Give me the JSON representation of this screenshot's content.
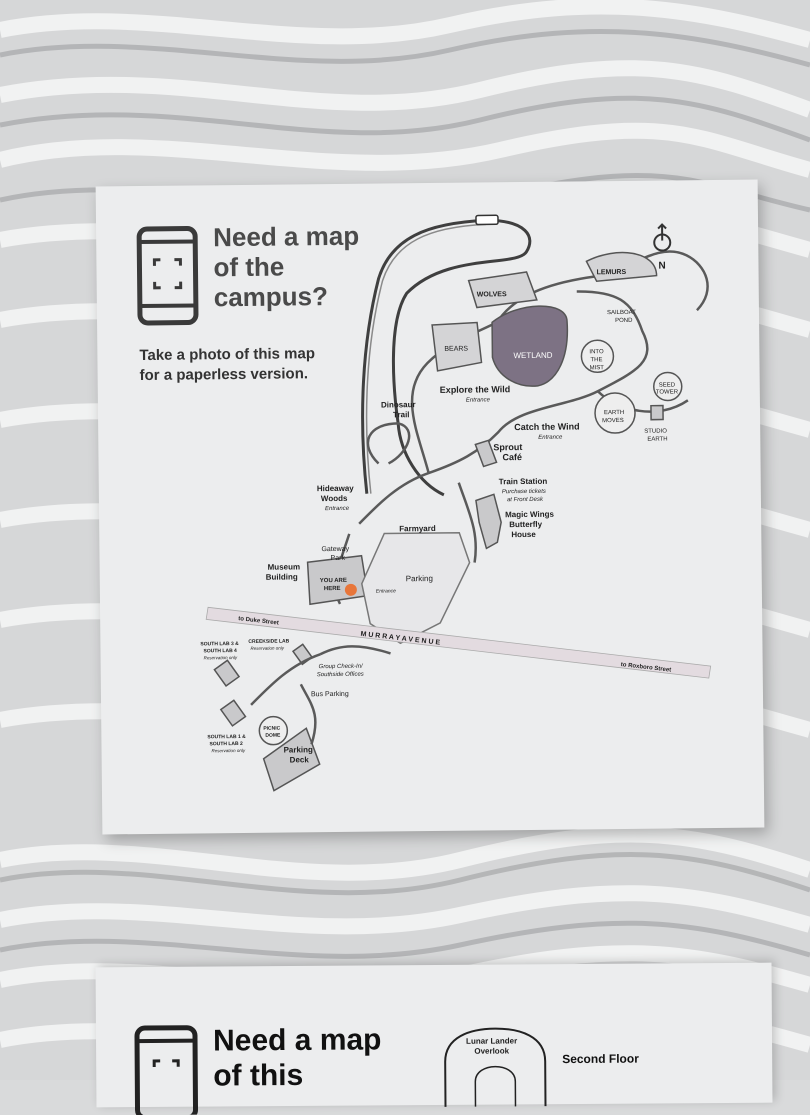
{
  "sign": {
    "heading": [
      "Need a map",
      "of the",
      "campus?"
    ],
    "subtext": [
      "Take a photo of this map",
      "for a paperless version."
    ],
    "north": "N"
  },
  "map_labels": {
    "wolves": "WOLVES",
    "lemurs": "LEMURS",
    "sailboat_pond": [
      "SAILBOAT",
      "POND"
    ],
    "bears": "BEARS",
    "wetland": "WETLAND",
    "into_the_mist": [
      "INTO",
      "THE",
      "MIST"
    ],
    "seed_tower": [
      "SEED",
      "TOWER"
    ],
    "explore_the_wild": "Explore the Wild",
    "explore_entrance": "Entrance",
    "dinosaur_trail": [
      "Dinosaur",
      "Trail"
    ],
    "catch_the_wind": "Catch the Wind",
    "catch_entrance": "Entrance",
    "earth_moves": [
      "EARTH",
      "MOVES"
    ],
    "studio_earth": [
      "STUDIO",
      "EARTH"
    ],
    "sprout_cafe": [
      "Sprout",
      "Café"
    ],
    "hideaway_woods": [
      "Hideaway",
      "Woods"
    ],
    "hideaway_entrance": "Entrance",
    "train_station": "Train Station",
    "train_note": [
      "Purchase tickets",
      "at Front Desk"
    ],
    "farmyard": "Farmyard",
    "magic_wings": [
      "Magic Wings",
      "Butterfly",
      "House"
    ],
    "gateway_park": [
      "Gateway",
      "Park"
    ],
    "museum_building": [
      "Museum",
      "Building"
    ],
    "you_are_here": [
      "YOU ARE",
      "HERE"
    ],
    "museum_entrance": "Entrance",
    "parking": "Parking",
    "to_duke": "to Duke Street",
    "murray_avenue": "M U R R A Y   A V E N U E",
    "to_roxboro": "to Roxboro Street",
    "south_lab_34": [
      "SOUTH LAB 3 &",
      "SOUTH LAB 4"
    ],
    "south_lab_34_note": "Reservation only",
    "creekside_lab": "CREEKSIDE LAB",
    "creekside_note": "Reservation only",
    "group_checkin": [
      "Group Check-In/",
      "Southside Offices"
    ],
    "bus_parking": "Bus Parking",
    "south_lab_12": [
      "SOUTH LAB 1 &",
      "SOUTH LAB 2"
    ],
    "south_lab_12_note": "Reservation only",
    "picnic_dome": [
      "PICNIC",
      "DOME"
    ],
    "parking_deck": [
      "Parking",
      "Deck"
    ]
  },
  "lower_sign": {
    "heading": [
      "Need a map",
      "of this"
    ],
    "overlook": [
      "Lunar Lander",
      "Overlook"
    ],
    "floor": "Second Floor"
  },
  "colors": {
    "you_are_here": "#e8763a",
    "wetland": "#7d7284",
    "sign": "#ecedee",
    "road": "#e3dbe0"
  }
}
